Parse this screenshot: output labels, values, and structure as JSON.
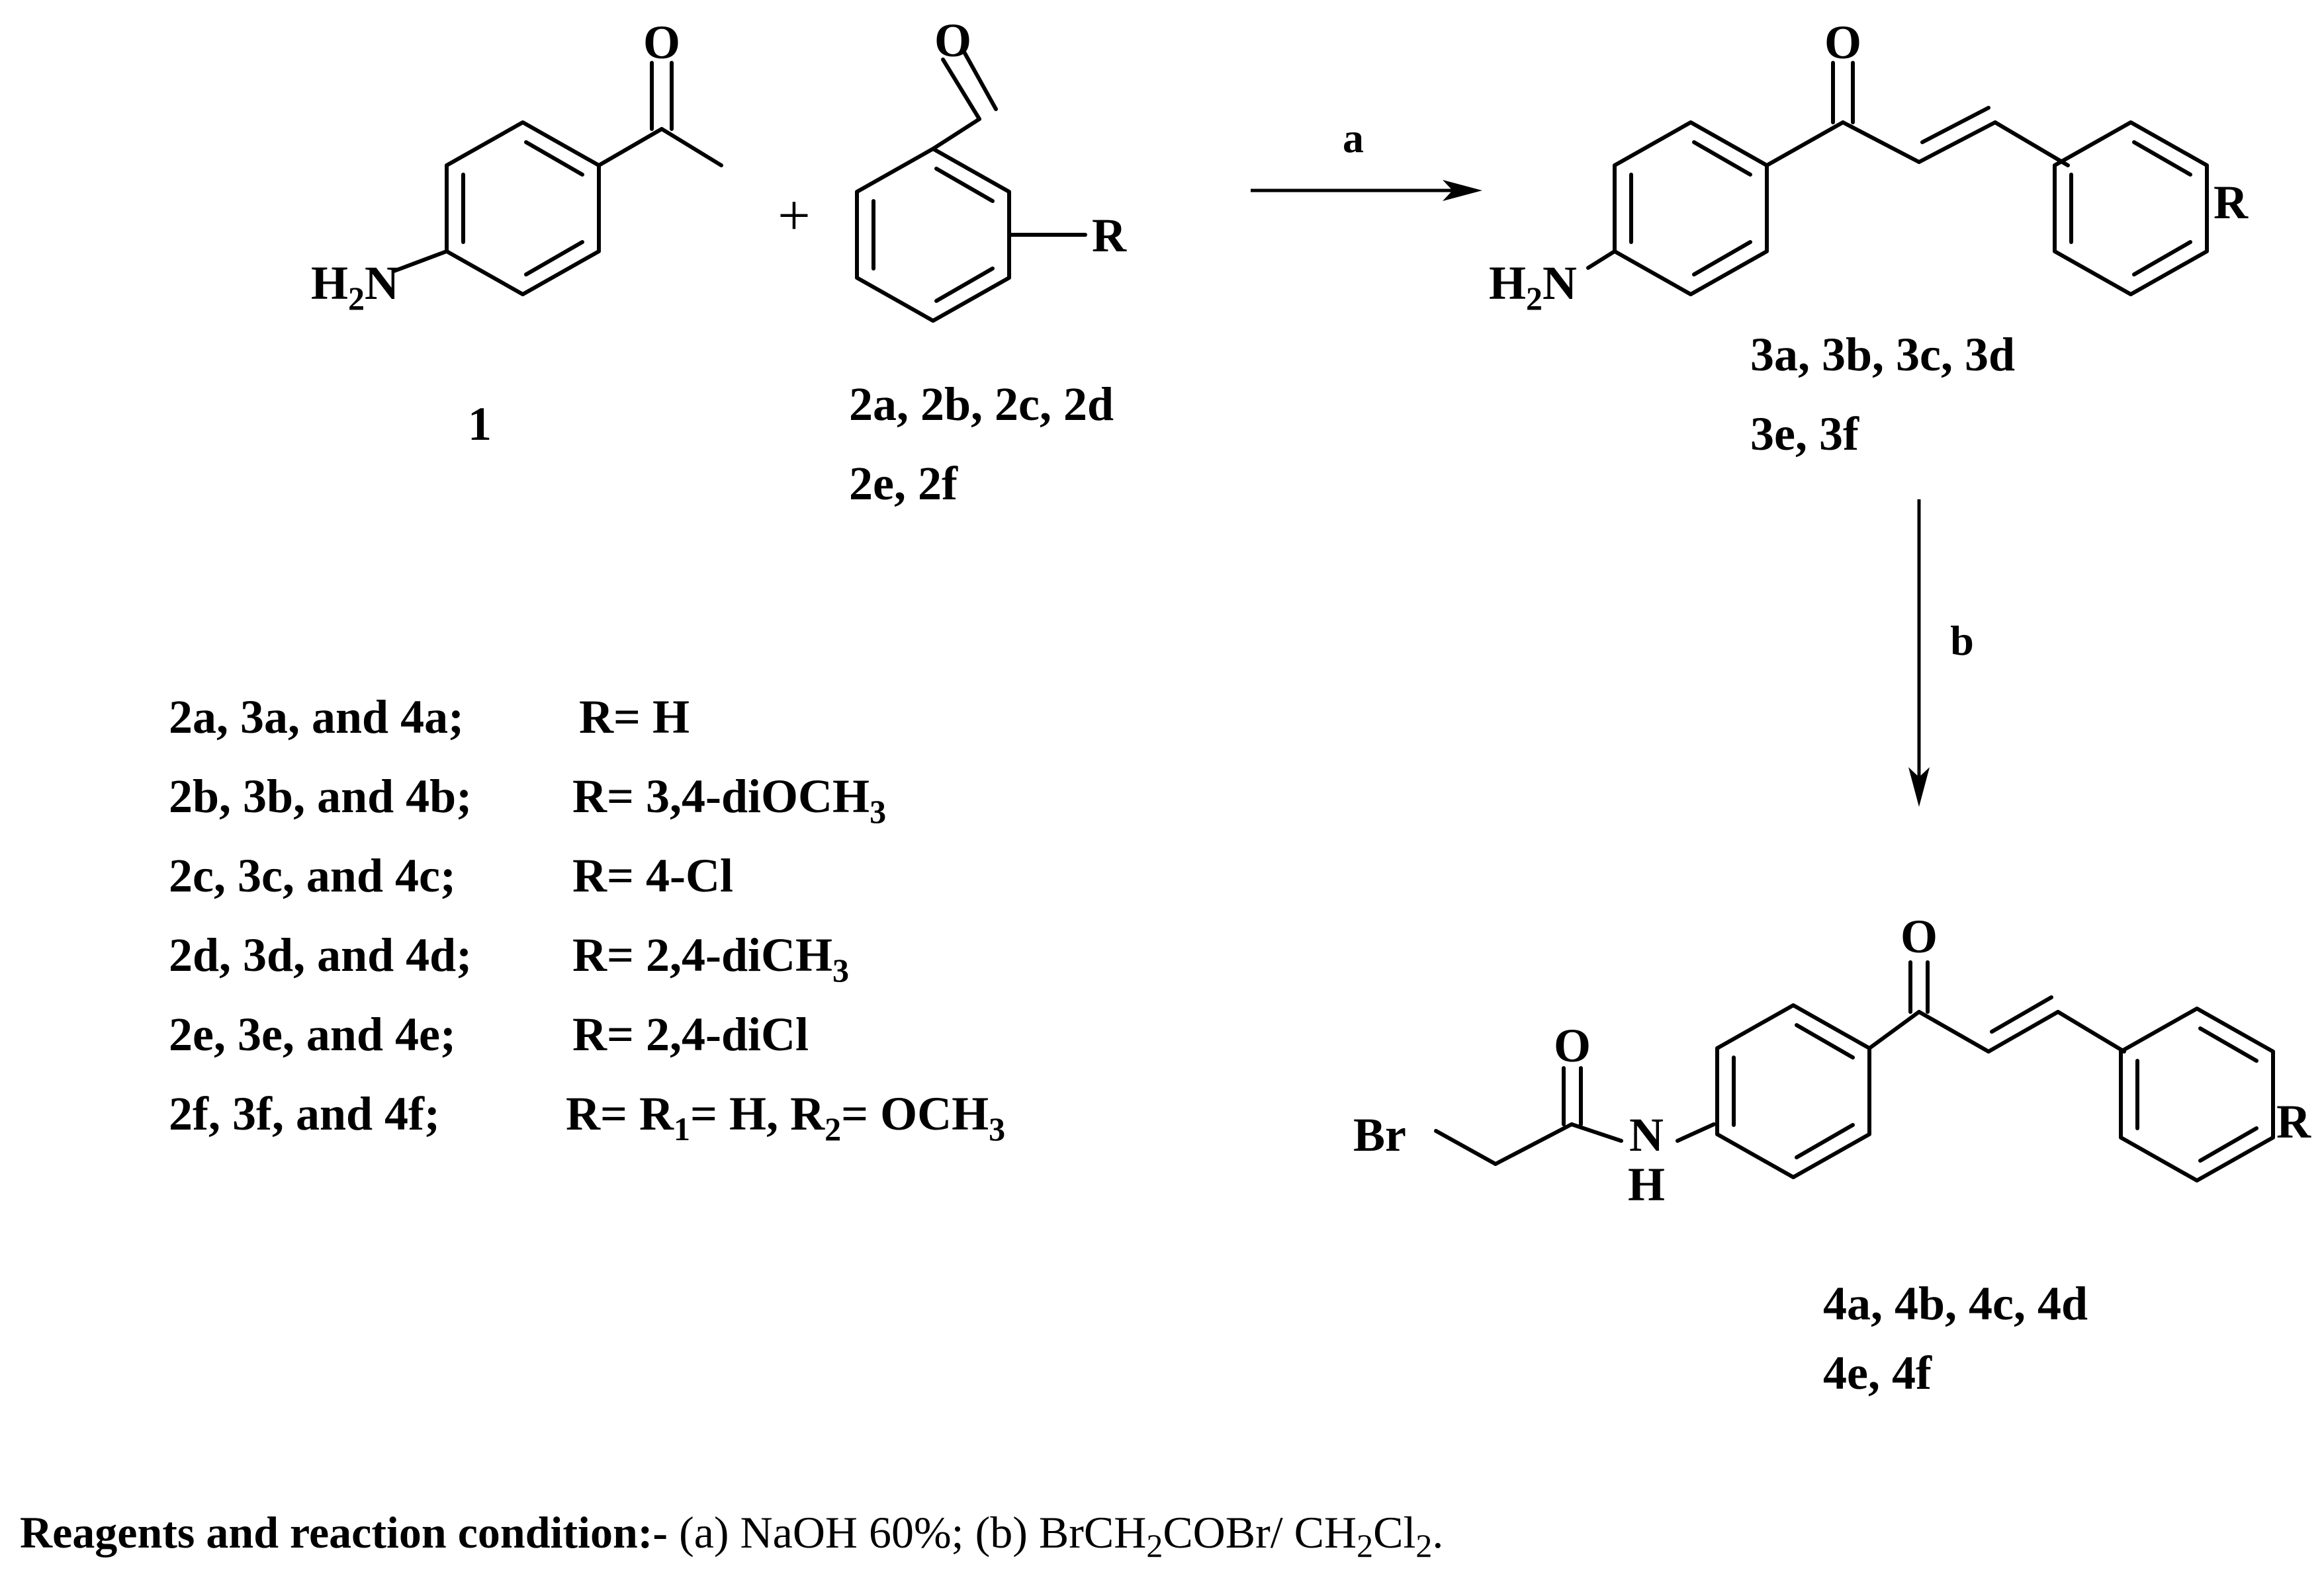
{
  "atoms": {
    "oxygen": "O",
    "nitrogen": "N",
    "hydrogen": "H",
    "amine_h": "H",
    "amine_sub": "2",
    "substituent": "R",
    "bromine": "Br"
  },
  "scheme": {
    "plus": "+",
    "step_a": "a",
    "step_b": "b",
    "compound_1": "1",
    "compounds_2_line1": "2a, 2b, 2c, 2d",
    "compounds_2_line2": "2e, 2f",
    "compounds_3_line1": "3a, 3b, 3c, 3d",
    "compounds_3_line2": "3e, 3f",
    "compounds_4_line1": "4a, 4b, 4c, 4d",
    "compounds_4_line2": "4e, 4f"
  },
  "legend": [
    {
      "ids": "2a, 3a, and 4a;",
      "r": "R= H"
    },
    {
      "ids": "2b, 3b, and 4b;",
      "r_prefix": "R= 3,4-diOCH",
      "r_sub": "3"
    },
    {
      "ids": "2c, 3c, and 4c;",
      "r": "R= 4-Cl"
    },
    {
      "ids": "2d, 3d, and 4d;",
      "r_prefix": "R= 2,4-diCH",
      "r_sub": "3"
    },
    {
      "ids": "2e, 3e, and 4e;",
      "r": "R= 2,4-diCl"
    },
    {
      "ids": "2f, 3f, and 4f;",
      "r_a": "R= R",
      "r_a_sub": "1",
      "r_b": "= H, R",
      "r_b_sub": "2",
      "r_c": "= OCH",
      "r_c_sub": "3"
    }
  ],
  "footer": {
    "bold": "Reagents and reaction condition:-",
    "part1": " (a) NaOH 60%; (b) BrCH",
    "sub1": "2",
    "part2": "COBr/ CH",
    "sub2": "2",
    "part3": "Cl",
    "sub3": "2",
    "part4": "."
  }
}
